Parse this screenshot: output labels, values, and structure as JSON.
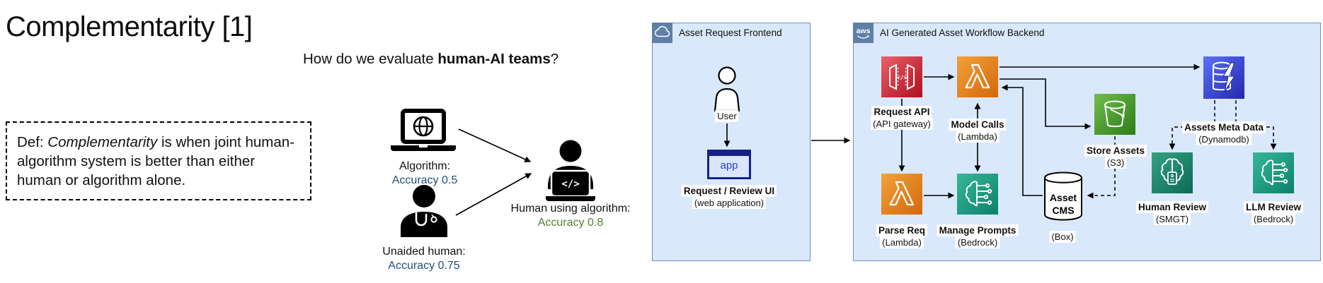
{
  "slide": {
    "title": "Complementarity [1]",
    "question": {
      "prefix": "How do we evaluate ",
      "bold": "human-AI teams",
      "suffix": "?"
    },
    "definition": {
      "label": "Def: ",
      "term": "Complementarity",
      "rest": " is when joint human-algorithm system is better than either human or algorithm alone."
    },
    "algorithm": {
      "name": "Algorithm:",
      "accuracy": "Accuracy 0.5"
    },
    "unaided_human": {
      "name": "Unaided human:",
      "accuracy": "Accuracy 0.75"
    },
    "team": {
      "name": "Human using algorithm:",
      "accuracy": "Accuracy 0.8"
    }
  },
  "frontend": {
    "title": "Asset Request Frontend",
    "user_label": "User",
    "app_title": "app",
    "ui_label": "Request / Review UI",
    "ui_sublabel": "(web application)"
  },
  "backend": {
    "logo_text": "aws",
    "title": "AI Generated Asset Workflow Backend",
    "request_api": {
      "label": "Request API",
      "sub": "(API gateway)"
    },
    "model_calls": {
      "label": "Model Calls",
      "sub": "(Lambda)"
    },
    "parse_req": {
      "label": "Parse Req",
      "sub": "(Lambda)"
    },
    "manage_prompts": {
      "label": "Manage Prompts",
      "sub": "(Bedrock)"
    },
    "store_assets": {
      "label": "Store Assets",
      "sub": "(S3)"
    },
    "asset_cms": {
      "line1": "Asset",
      "line2": "CMS",
      "sub": "(Box)"
    },
    "assets_meta_data": {
      "label": "Assets Meta Data",
      "sub": "(Dynamodb)"
    },
    "human_review": {
      "label": "Human Review",
      "sub": "(SMGT)"
    },
    "llm_review": {
      "label": "LLM Review",
      "sub": "(Bedrock)"
    }
  },
  "icons": {
    "code_glyph": "</>",
    "lambda_glyph": "λ"
  },
  "colors": {
    "container_fill": "#dae8fc",
    "container_border": "#6c8ebf",
    "corner_square": "#5f7fa6",
    "accuracy_blue": "#1F4E79",
    "accuracy_green": "#538135",
    "api_gateway_red": "#b01020",
    "lambda_orange": "#d4680a",
    "bedrock_teal": "#0d8169",
    "s3_green": "#2c7c18",
    "dynamodb_blue": "#2428ad",
    "app_navy": "#16218c"
  }
}
